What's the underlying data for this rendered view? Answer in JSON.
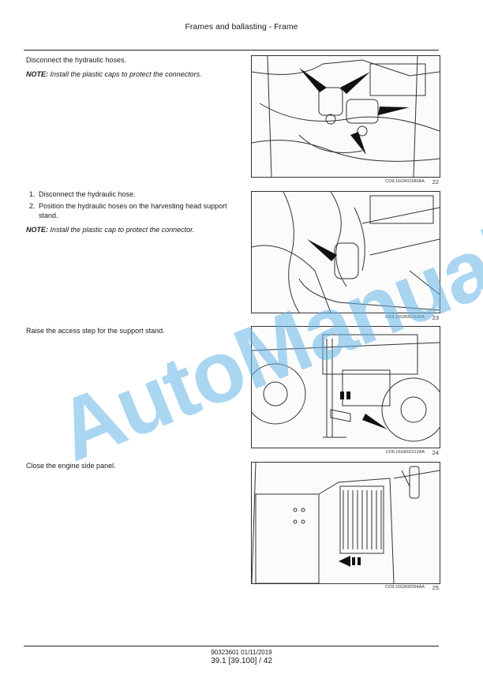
{
  "header": {
    "title": "Frames and ballasting - Frame"
  },
  "steps": [
    {
      "instruction": "Disconnect the hydraulic hoses.",
      "note_label": "NOTE:",
      "note_text": "Install the plastic caps to protect the connectors.",
      "figure": {
        "code": "COIL16GR01580AA",
        "number": "22"
      }
    },
    {
      "list": [
        "Disconnect the hydraulic hose.",
        "Position the hydraulic hoses on the harvesting head support stand."
      ],
      "note_label": "NOTE:",
      "note_text": "Install the plastic cap to protect the connector.",
      "figure": {
        "code": "COIL16GR00192AA",
        "number": "23"
      }
    },
    {
      "instruction": "Raise the access step for the support stand.",
      "figure": {
        "code": "COIL16GR02112AA",
        "number": "24"
      }
    },
    {
      "instruction": "Close the engine side panel.",
      "figure": {
        "code": "COIL15GR00094AA",
        "number": "25"
      }
    }
  ],
  "footer": {
    "doc": "90323601 01/11/2019",
    "page": "39.1 [39.100] / 42"
  },
  "watermark": {
    "text": "AutoManual",
    "color": "#64b4e6"
  }
}
